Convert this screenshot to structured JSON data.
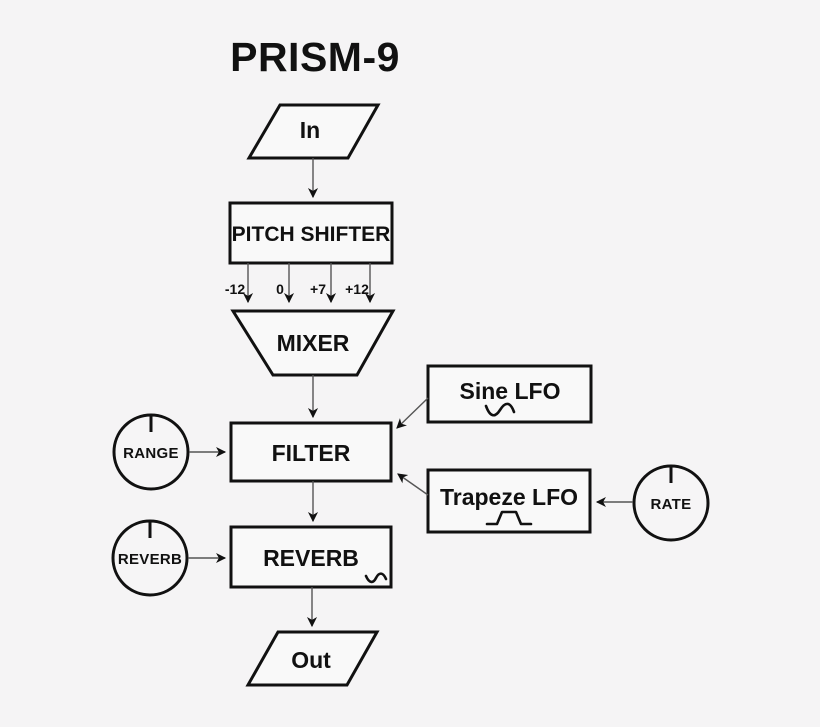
{
  "title": "PRISM-9",
  "colors": {
    "background": "#f5f4f5",
    "node_fill": "#f9f9f9",
    "stroke": "#111111",
    "connector": "#555555"
  },
  "nodes": {
    "input": {
      "label": "In"
    },
    "pitch_shifter": {
      "label": "PITCH SHIFTER"
    },
    "mixer": {
      "label": "MIXER"
    },
    "filter": {
      "label": "FILTER"
    },
    "sine_lfo": {
      "label": "Sine LFO",
      "icon": "sine-wave-icon"
    },
    "trapeze_lfo": {
      "label": "Trapeze LFO",
      "icon": "trapezoid-wave-icon"
    },
    "reverb": {
      "label": "REVERB",
      "icon": "sine-wave-icon"
    },
    "output": {
      "label": "Out"
    }
  },
  "pitch_taps": [
    "-12",
    "0",
    "+7",
    "+12"
  ],
  "knobs": {
    "range": {
      "label": "RANGE"
    },
    "reverb": {
      "label": "REVERB"
    },
    "rate": {
      "label": "RATE"
    }
  }
}
